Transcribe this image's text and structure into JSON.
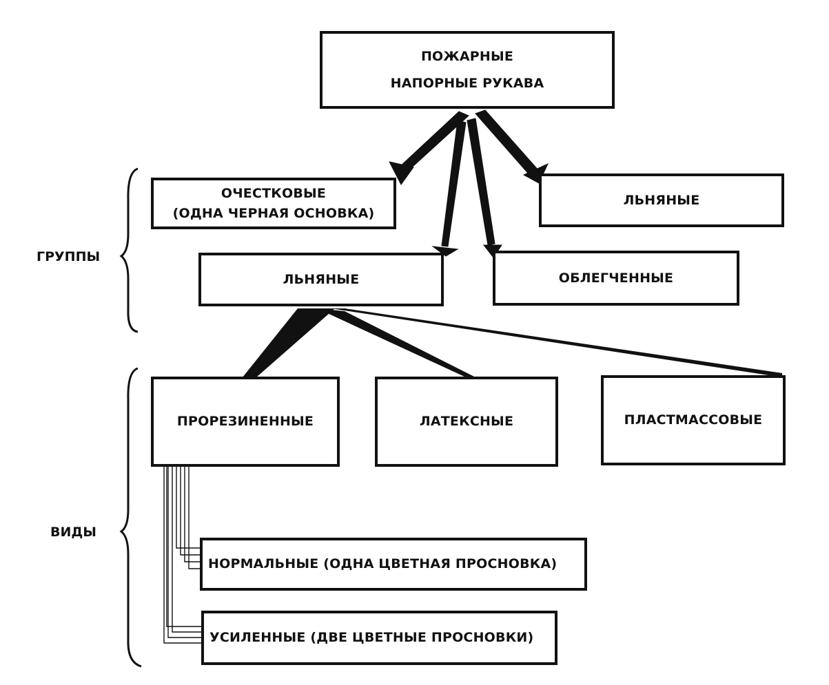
{
  "root": {
    "line1": "ПОЖАРНЫЕ",
    "line2": "НАПОРНЫЕ РУКАВА"
  },
  "groups_label": "ГРУППЫ",
  "types_label": "ВИДЫ",
  "groups": {
    "ochestkovye": {
      "line1": "ОЧЕСТКОВЫЕ",
      "line2": "(ОДНА ЧЕРНАЯ ОСНОВКА)"
    },
    "lnyanye_right": "ЛЬНЯНЫЕ",
    "lnyanye_center": "ЛЬНЯНЫЕ",
    "oblegchennye": "ОБЛЕГЧЕННЫЕ"
  },
  "types": {
    "prorezinennye": "ПРОРЕЗИНЕННЫЕ",
    "lateksnye": "ЛАТЕКСНЫЕ",
    "plastmassovye": "ПЛАСТМАССОВЫЕ"
  },
  "subtypes": {
    "normalnye": "НОРМАЛЬНЫЕ  (ОДНА ЦВЕТНАЯ ПРОСНОВКА)",
    "usilennye": "УСИЛЕННЫЕ (ДВЕ ЦВЕТНЫЕ ПРОСНОВКИ)"
  }
}
